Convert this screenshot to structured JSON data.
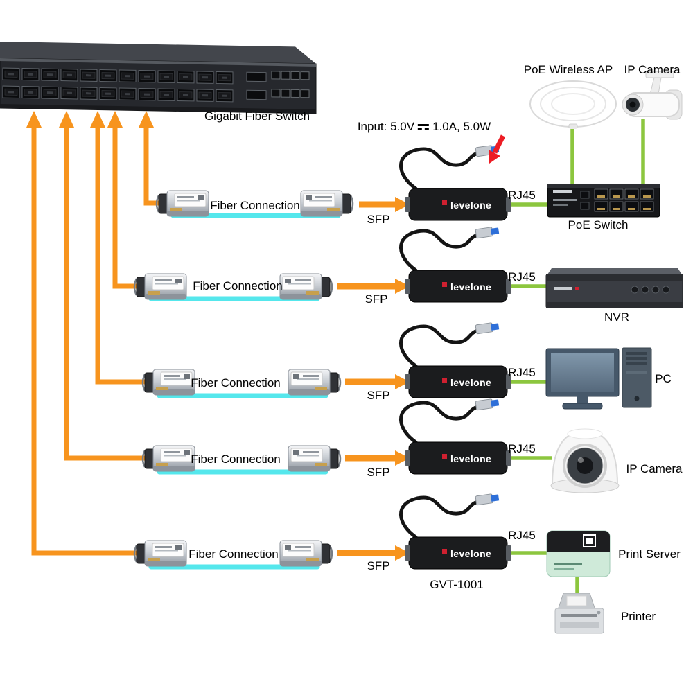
{
  "switch": {
    "label": "Gigabit Fiber Switch"
  },
  "power": {
    "prefix": "Input: 5.0V",
    "suffix": "1.0A, 5.0W"
  },
  "brand": "levelone",
  "model": "GVT-1001",
  "top_devices": {
    "wireless_ap": "PoE Wireless AP",
    "ip_camera": "IP Camera"
  },
  "rows": [
    {
      "fiber": "Fiber Connection",
      "sfp": "SFP",
      "rj45": "RJ45",
      "device": "PoE Switch"
    },
    {
      "fiber": "Fiber Connection",
      "sfp": "SFP",
      "rj45": "RJ45",
      "device": "NVR"
    },
    {
      "fiber": "Fiber Connection",
      "sfp": "SFP",
      "rj45": "RJ45",
      "device": "PC"
    },
    {
      "fiber": "Fiber Connection",
      "sfp": "SFP",
      "rj45": "RJ45",
      "device": "IP Camera"
    },
    {
      "fiber": "Fiber Connection",
      "sfp": "SFP",
      "rj45": "RJ45",
      "device": "Print Server",
      "secondary_device": "Printer"
    }
  ],
  "colors": {
    "orange": "#F7941E",
    "cyan": "#55E7EC",
    "green": "#8CC63E",
    "red": "#ED1C24",
    "device_black": "#1B1C1E"
  }
}
